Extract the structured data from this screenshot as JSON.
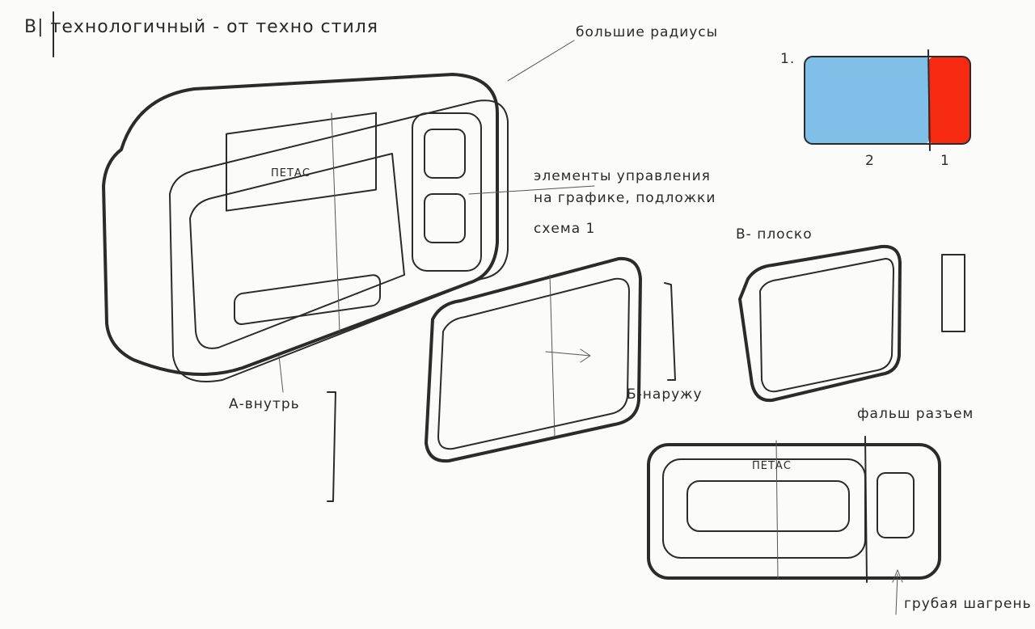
{
  "title": "В| технологичный - от техно стиля",
  "notes": {
    "big_radii": "большие радиусы",
    "controls_line1": "элементы управления",
    "controls_line2": "на графике, подложки",
    "controls_line3": "схема 1",
    "variant_a": "А-внутрь",
    "variant_b": "Б-наружу",
    "variant_v": "В- плоско",
    "fake_connector": "фальш разъем",
    "rough_texture": "грубая шагрень",
    "brand": "ПЕТАС"
  },
  "color_scheme": {
    "label": "1.",
    "zones": [
      {
        "label": "2",
        "color": "#7fbfe8"
      },
      {
        "label": "1",
        "color": "#f52a10"
      }
    ]
  }
}
